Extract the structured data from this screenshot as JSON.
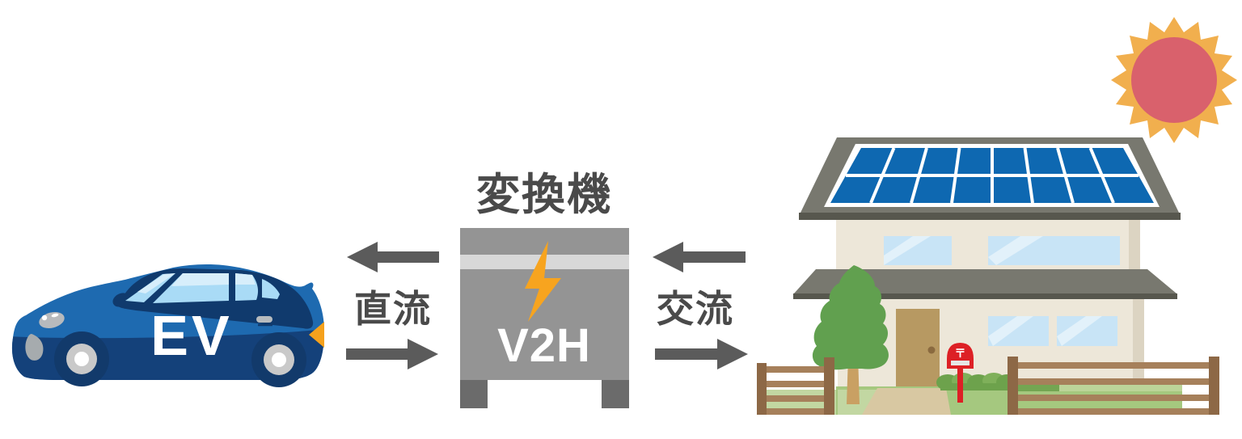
{
  "labels": {
    "car": "EV",
    "converter_title": "変換機",
    "converter_unit": "V2H",
    "dc": "直流",
    "ac": "交流",
    "mailbox_symbol": "〒"
  },
  "colors": {
    "arrow_gray": "#5B5B5B",
    "label_gray": "#4A4A4A",
    "converter_box_gray": "#949494",
    "converter_stripe": "#D8D8D8",
    "converter_feet": "#6B6B6B",
    "bolt_orange": "#F7A41F",
    "car_body_blue": "#1E6AB0",
    "car_lower_navy": "#14417A",
    "car_cabin_navy": "#103A6D",
    "car_window_blue": "#A9DBF6",
    "car_taillight_orange": "#F5A11C",
    "sun_ray_orange": "#F1AF4E",
    "sun_core_red": "#D9616C",
    "solar_panel_blue": "#0E68B1",
    "roof_gray": "#78786F",
    "roof_edge_dark": "#57574E",
    "wall_cream": "#EDE7D9",
    "wall_shade": "#DCD4C2",
    "house_window_blue": "#C8E4F6",
    "door_tan": "#B79962",
    "mailbox_red": "#DD2025",
    "tree_green": "#61A04F",
    "trunk_tan": "#C9A063",
    "fence_rail_brown": "#A6805B",
    "fence_post_brown": "#8D6846",
    "lawn_green": "#A5C87F",
    "lawn_light_green": "#C2D7A2",
    "hedge_green": "#74A552",
    "path_tan": "#D8C8A2"
  }
}
